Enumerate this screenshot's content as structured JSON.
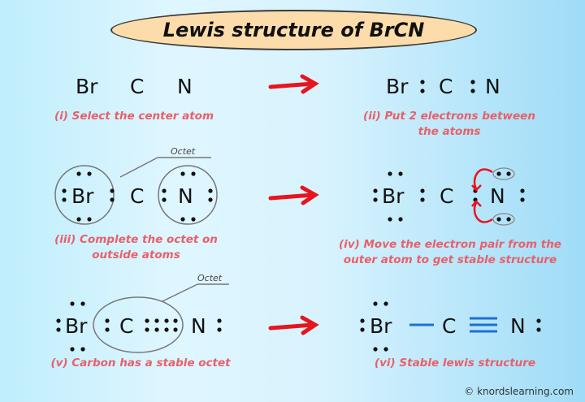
{
  "title": "Lewis structure of BrCN",
  "atoms": {
    "br": "Br",
    "c": "C",
    "n": "N"
  },
  "octet_label": "Octet",
  "steps": [
    {
      "caption": "(i) Select the center atom"
    },
    {
      "caption_lines": [
        "(ii) Put 2 electrons between",
        "the atoms"
      ]
    },
    {
      "caption_lines": [
        "(iii) Complete the octet on",
        "outside atoms"
      ]
    },
    {
      "caption_lines": [
        "(iv) Move the electron pair from the",
        "outer atom to get stable structure"
      ]
    },
    {
      "caption": "(v) Carbon has a stable octet"
    },
    {
      "caption": "(vi) Stable lewis structure"
    }
  ],
  "credit": "© knordslearning.com",
  "colors": {
    "arrow": "#e8141e",
    "bond": "#1f6fd6",
    "caption": "#e8606a",
    "title_fill": "#fbdcaa"
  }
}
